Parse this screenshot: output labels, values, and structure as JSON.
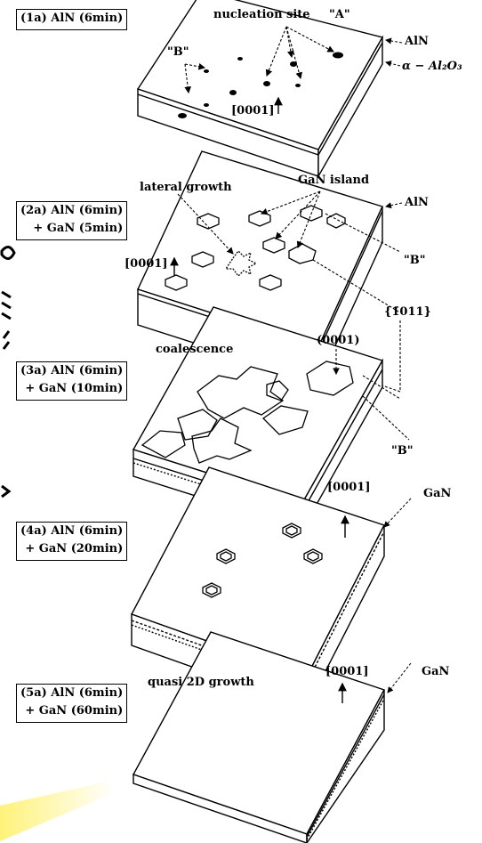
{
  "stages": [
    {
      "id": "1a",
      "line1": "(1a) AlN (6min)",
      "line2": ""
    },
    {
      "id": "2a",
      "line1": "(2a) AlN (6min)",
      "line2": "+ GaN (5min)"
    },
    {
      "id": "3a",
      "line1": "(3a) AlN (6min)",
      "line2": "+ GaN (10min)"
    },
    {
      "id": "4a",
      "line1": "(4a) AlN (6min)",
      "line2": "+ GaN (20min)"
    },
    {
      "id": "5a",
      "line1": "(5a) AlN (6min)",
      "line2": "+ GaN (60min)"
    }
  ],
  "labels": {
    "nucleation_site": "nucleation site",
    "site_a": "\"A\"",
    "site_b": "\"B\"",
    "aln": "AlN",
    "sapphire": "α − Al₂O₃",
    "dir_0001": "[0001]",
    "lateral_growth": "lateral growth",
    "gan_island": "GaN island",
    "facet_1011": "{1̄011}",
    "plane_0001": "(0001)",
    "coalescence": "coalescence",
    "gan": "GaN",
    "quasi_2d": "quasi 2D growth"
  },
  "colors": {
    "ink": "#000000",
    "highlight": "#fff27a"
  }
}
